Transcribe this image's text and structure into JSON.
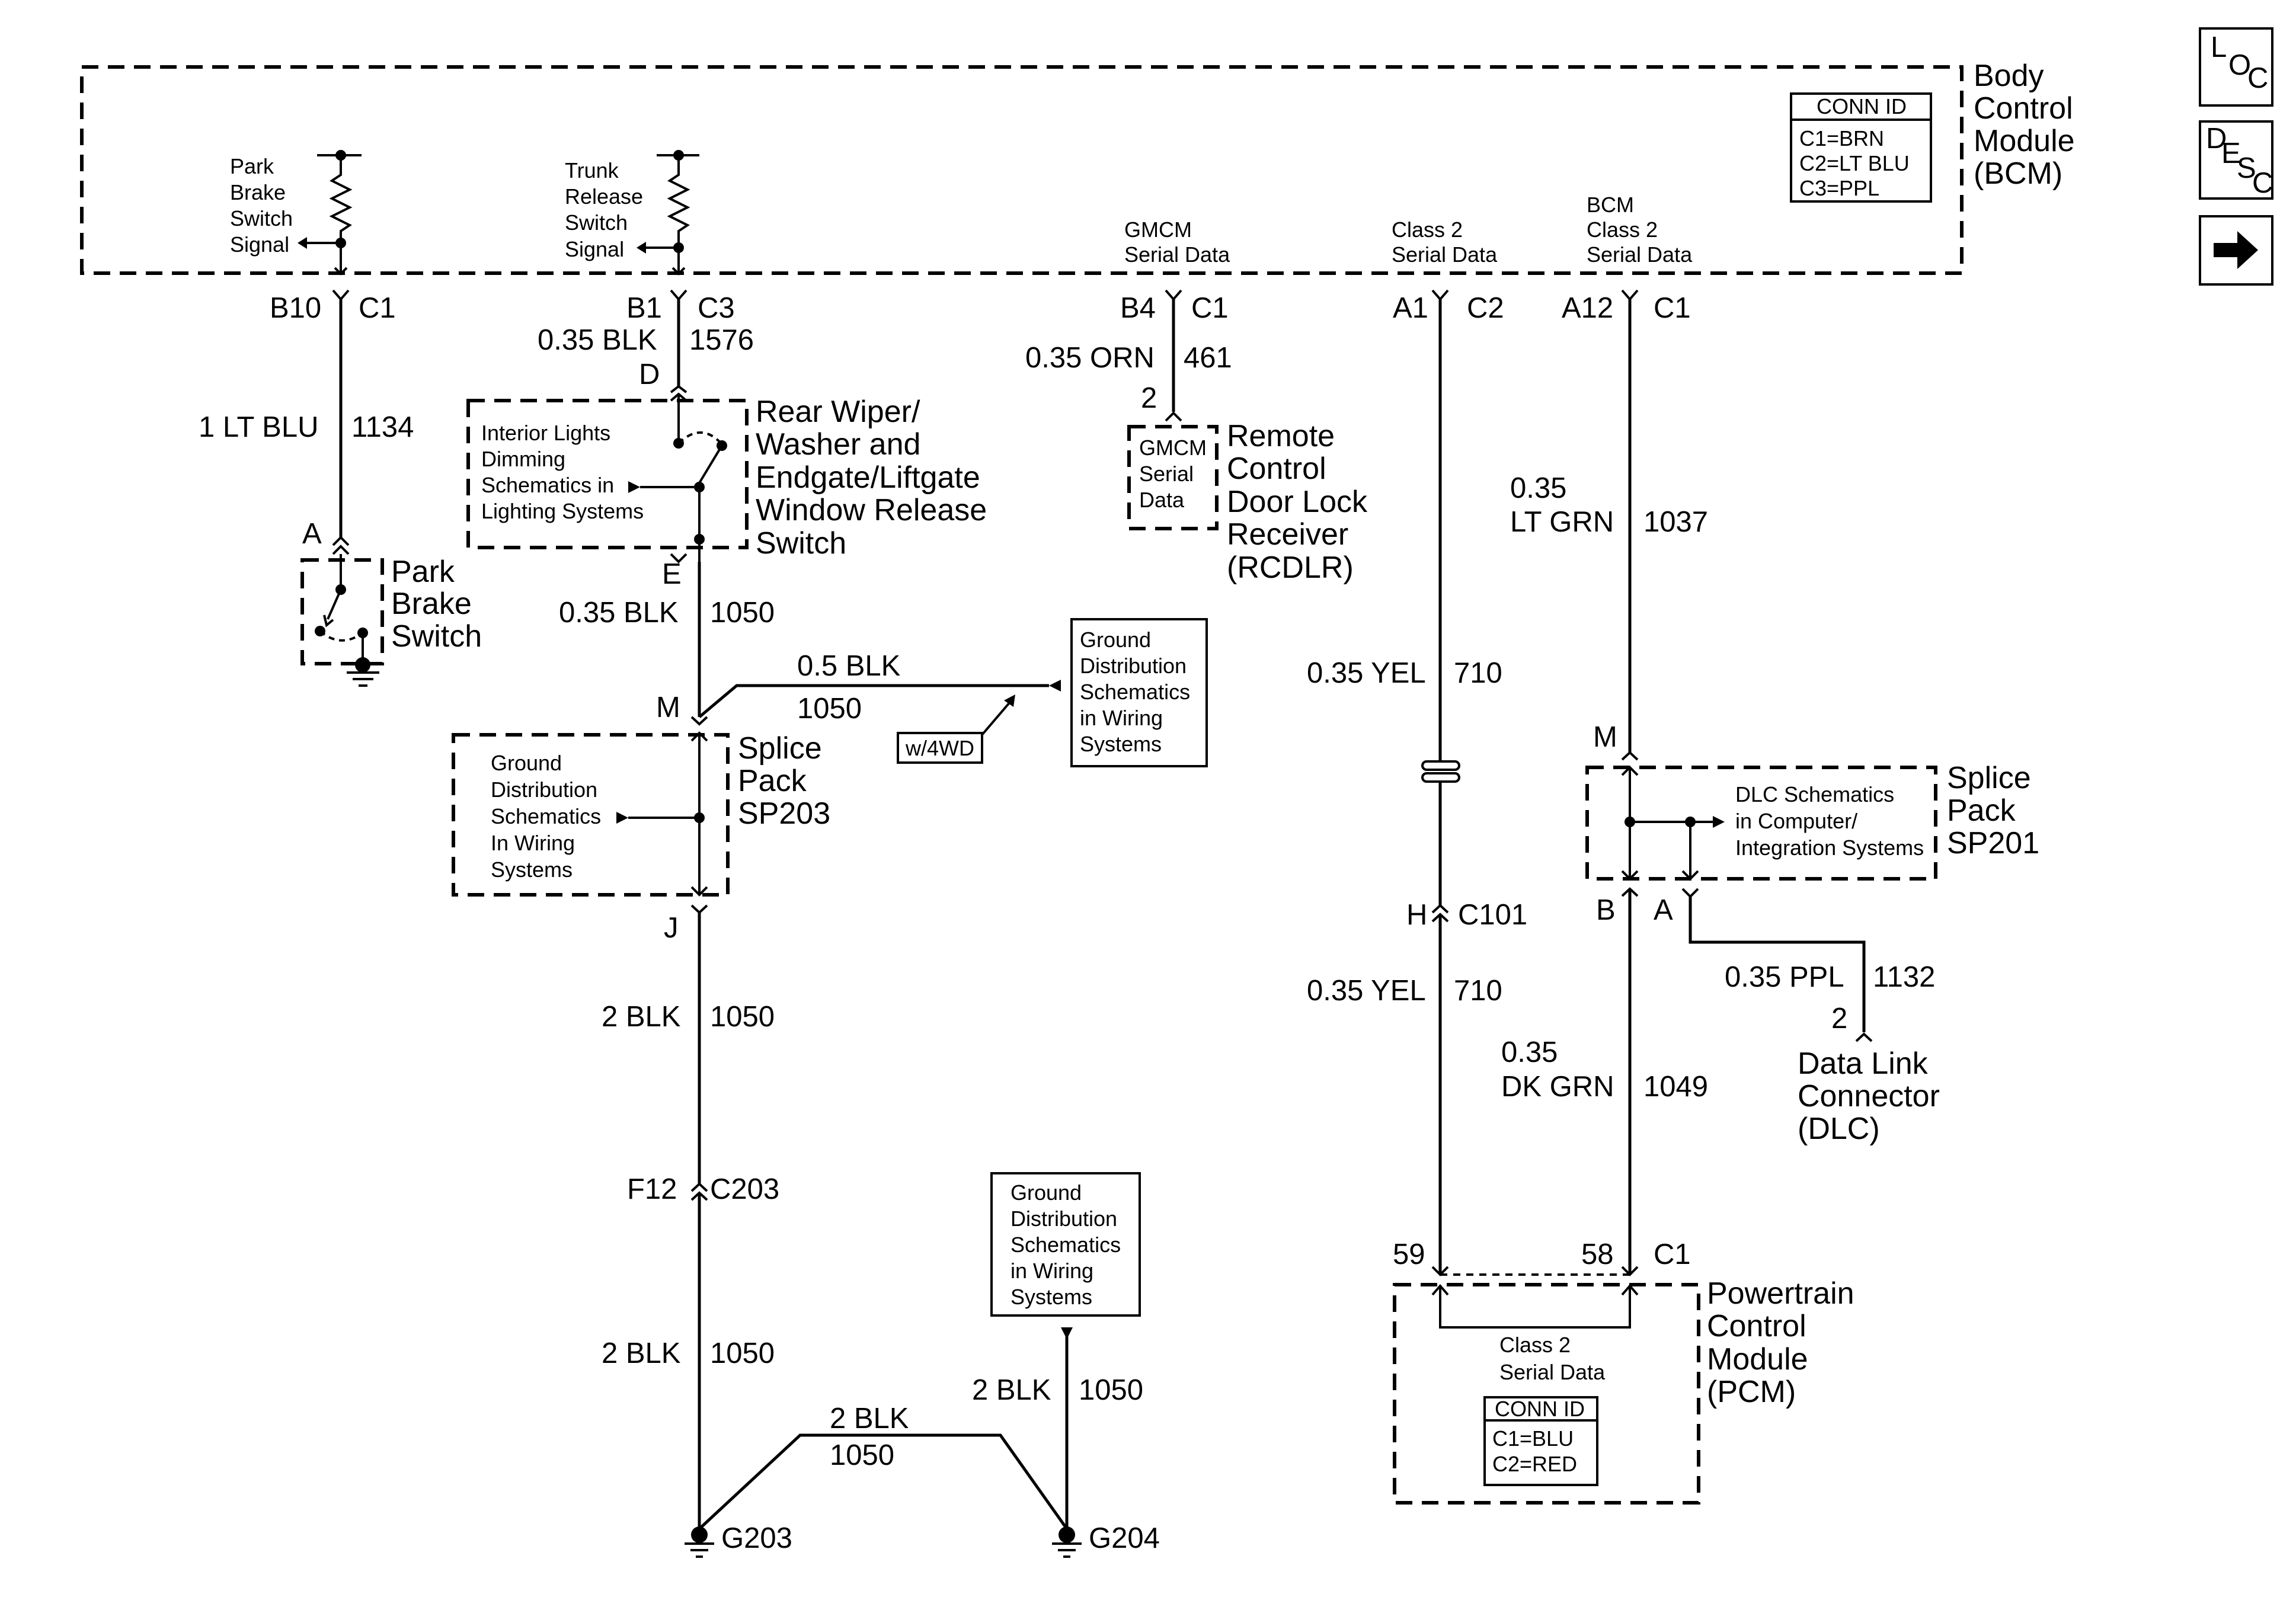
{
  "nav": {
    "loc": [
      "L",
      "O",
      "C"
    ],
    "desc": [
      "D",
      "E",
      "S",
      "C"
    ]
  },
  "bcm": {
    "name": [
      "Body",
      "Control",
      "Module",
      "(BCM)"
    ],
    "conn_title": "CONN ID",
    "conn": [
      "C1=BRN",
      "C2=LT BLU",
      "C3=PPL"
    ]
  },
  "pcm": {
    "name": [
      "Powertrain",
      "Control",
      "Module",
      "(PCM)"
    ],
    "conn_title": "CONN ID",
    "conn": [
      "C1=BLU",
      "C2=RED"
    ],
    "inner": [
      "Class 2",
      "Serial Data"
    ],
    "pin_left": "59",
    "pin_right": "58",
    "conn_label": "C1"
  },
  "park": {
    "signal": [
      "Park",
      "Brake",
      "Switch",
      "Signal"
    ],
    "pin": "B10",
    "conn": "C1",
    "wire": "1 LT BLU",
    "circuit": "1134",
    "term": "A",
    "component": [
      "Park",
      "Brake",
      "Switch"
    ]
  },
  "trunk": {
    "signal": [
      "Trunk",
      "Release",
      "Switch",
      "Signal"
    ],
    "pin": "B1",
    "conn": "C3",
    "wire_top": "0.35 BLK",
    "circuit_top": "1576",
    "term_top": "D",
    "term_bottom": "E",
    "switch_name": [
      "Rear Wiper/",
      "Washer and",
      "Endgate/Liftgate",
      "Window Release",
      "Switch"
    ],
    "dimming": [
      "Interior Lights",
      "Dimming",
      "Schematics in",
      "Lighting Systems"
    ],
    "wire_mid": "0.35 BLK",
    "circuit_mid": "1050"
  },
  "sp203": {
    "term_top": "M",
    "term_bottom": "J",
    "name": [
      "Splice",
      "Pack",
      "SP203"
    ],
    "ground_text": [
      "Ground",
      "Distribution",
      "Schematics",
      "In Wiring",
      "Systems"
    ],
    "branch_wire": "0.5 BLK",
    "branch_circuit": "1050",
    "option": "w/4WD",
    "branch_ground_text": [
      "Ground",
      "Distribution",
      "Schematics",
      "in Wiring",
      "Systems"
    ]
  },
  "lower_ground": {
    "wire1": "2 BLK",
    "circuit1": "1050",
    "pin": "F12",
    "conn": "C203",
    "wire2": "2 BLK",
    "circuit2": "1050",
    "g203": "G203",
    "jumper_wire": "2 BLK",
    "jumper_circuit": "1050",
    "g204": "G204",
    "g204_wire": "2 BLK",
    "g204_circuit": "1050",
    "ground_text": [
      "Ground",
      "Distribution",
      "Schematics",
      "in Wiring",
      "Systems"
    ]
  },
  "gmcm": {
    "signal": [
      "GMCM",
      "Serial Data"
    ],
    "pin": "B4",
    "conn": "C1",
    "wire": "0.35 ORN",
    "circuit": "461",
    "term": "2",
    "inner": [
      "GMCM",
      "Serial",
      "Data"
    ],
    "name": [
      "Remote",
      "Control",
      "Door Lock",
      "Receiver",
      "(RCDLR)"
    ]
  },
  "class2": {
    "signal": [
      "Class 2",
      "Serial Data"
    ],
    "pin": "A1",
    "conn": "C2",
    "wire1": "0.35 YEL",
    "circuit1": "710",
    "term": "H",
    "inline_conn": "C101",
    "wire2": "0.35 YEL",
    "circuit2": "710"
  },
  "bcm_class2": {
    "signal": [
      "BCM",
      "Class 2",
      "Serial Data"
    ],
    "pin": "A12",
    "conn": "C1",
    "wire1": [
      "0.35",
      "LT GRN"
    ],
    "circuit1": "1037",
    "term_top": "M",
    "sp_name": [
      "Splice",
      "Pack",
      "SP201"
    ],
    "dlc_text": [
      "DLC Schematics",
      "in Computer/",
      "Integration Systems"
    ],
    "term_b": "B",
    "term_a": "A",
    "wire2": [
      "0.35",
      "DK GRN"
    ],
    "circuit2": "1049",
    "dlc_wire": "0.35 PPL",
    "dlc_circuit": "1132",
    "dlc_pin": "2",
    "dlc_name": [
      "Data Link",
      "Connector",
      "(DLC)"
    ]
  }
}
